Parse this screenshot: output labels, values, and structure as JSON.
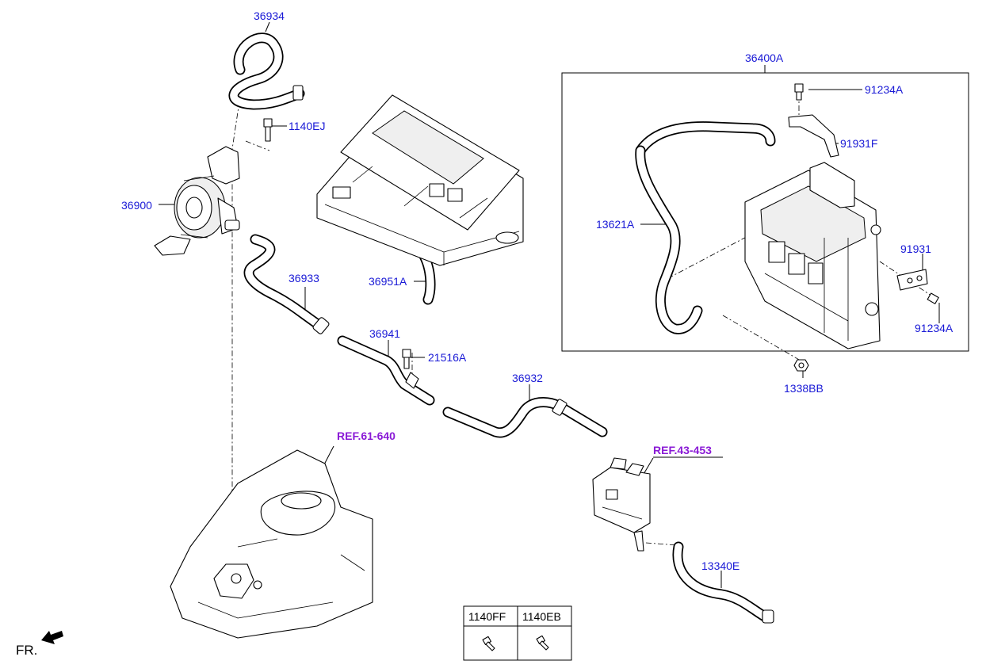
{
  "labels": {
    "hose_36934": "36934",
    "bolt_1140EJ": "1140EJ",
    "pump_36900": "36900",
    "hose_36933": "36933",
    "hose_36951A": "36951A",
    "pipe_36941": "36941",
    "bolt_21516A": "21516A",
    "hose_36932": "36932",
    "assy_36400A": "36400A",
    "bolt_91234A_top": "91234A",
    "bracket_91931F": "91931F",
    "hose_13621A": "13621A",
    "bracket_91931": "91931",
    "bolt_91234A_bottom": "91234A",
    "nut_1338BB": "1338BB",
    "hose_13340E": "13340E"
  },
  "references": {
    "ref_61_640": "REF.61-640",
    "ref_43_453": "REF.43-453"
  },
  "legend_table": {
    "col1": "1140FF",
    "col2": "1140EB"
  },
  "direction": {
    "front": "FR."
  },
  "colors": {
    "part_number": "#1a1ad6",
    "reference": "#8a1ad6",
    "linework": "#000000"
  }
}
